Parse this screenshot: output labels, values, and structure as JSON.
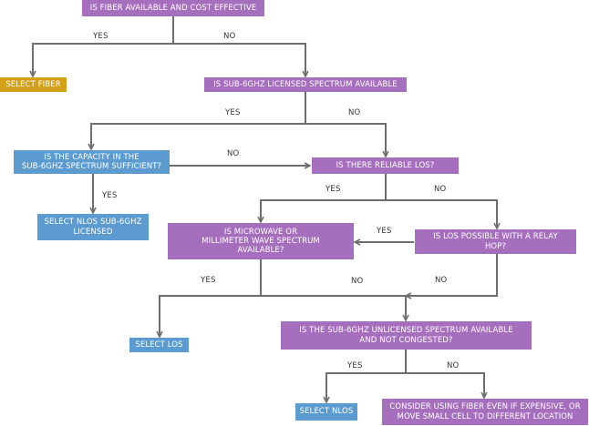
{
  "colors": {
    "question": "#a66fbe",
    "terminal_fiber": "#d4a017",
    "terminal_radio": "#5b9bd0",
    "connector": "#6e6e6e"
  },
  "nodes": {
    "fiber_q": "IS FIBER AVAILABLE AND COST EFFECTIVE",
    "select_fiber": "SELECT FIBER",
    "licensed_q": "IS SUB-6GHZ LICENSED SPECTRUM AVAILABLE",
    "capacity_q": "IS THE CAPACITY IN THE\nSUB-6GHZ SPECTRUM SUFFICIENT?",
    "los_q": "IS THERE RELIABLE LOS?",
    "select_nlos_licensed": "SELECT NLOS SUB-6GHZ\nLICENSED",
    "microwave_q": "IS MICROWAVE OR\nMILLIMETER WAVE SPECTRUM\nAVAILABLE?",
    "relay_q": "IS LOS POSSIBLE WITH A RELAY\nHOP?",
    "select_los": "SELECT LOS",
    "unlicensed_q": "IS THE SUB-6GHZ UNLICENSED SPECTRUM AVAILABLE\nAND NOT CONGESTED?",
    "select_nlos": "SELECT NLOS",
    "consider_fiber": "CONSIDER USING FIBER EVEN IF EXPENSIVE, OR\nMOVE SMALL CELL TO DIFFERENT LOCATION"
  },
  "edge_labels": {
    "fiber_yes": "YES",
    "fiber_no": "NO",
    "licensed_yes": "YES",
    "licensed_no": "NO",
    "capacity_yes": "YES",
    "capacity_no": "NO",
    "los_yes": "YES",
    "los_no": "NO",
    "relay_yes": "YES",
    "relay_no": "NO",
    "microwave_yes": "YES",
    "microwave_no": "NO",
    "unlicensed_yes": "YES",
    "unlicensed_no": "NO"
  }
}
